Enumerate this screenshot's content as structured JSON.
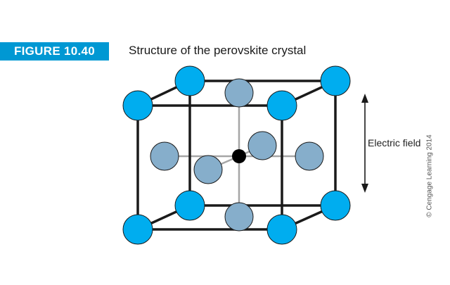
{
  "figure": {
    "number_label": "FIGURE 10.40",
    "title": "Structure of the perovskite crystal"
  },
  "annotation": {
    "field_label": "Electric field"
  },
  "credit": "© Cengage Learning 2014",
  "colors": {
    "badge": "#0098d3",
    "corner_atom": "#00adef",
    "face_atom": "#86aecb",
    "center_atom": "#000000",
    "edge": "#1a1a1a",
    "inner_bond": "#a6a6a6"
  },
  "icons": {
    "double_arrow": "double-headed-arrow-icon"
  }
}
